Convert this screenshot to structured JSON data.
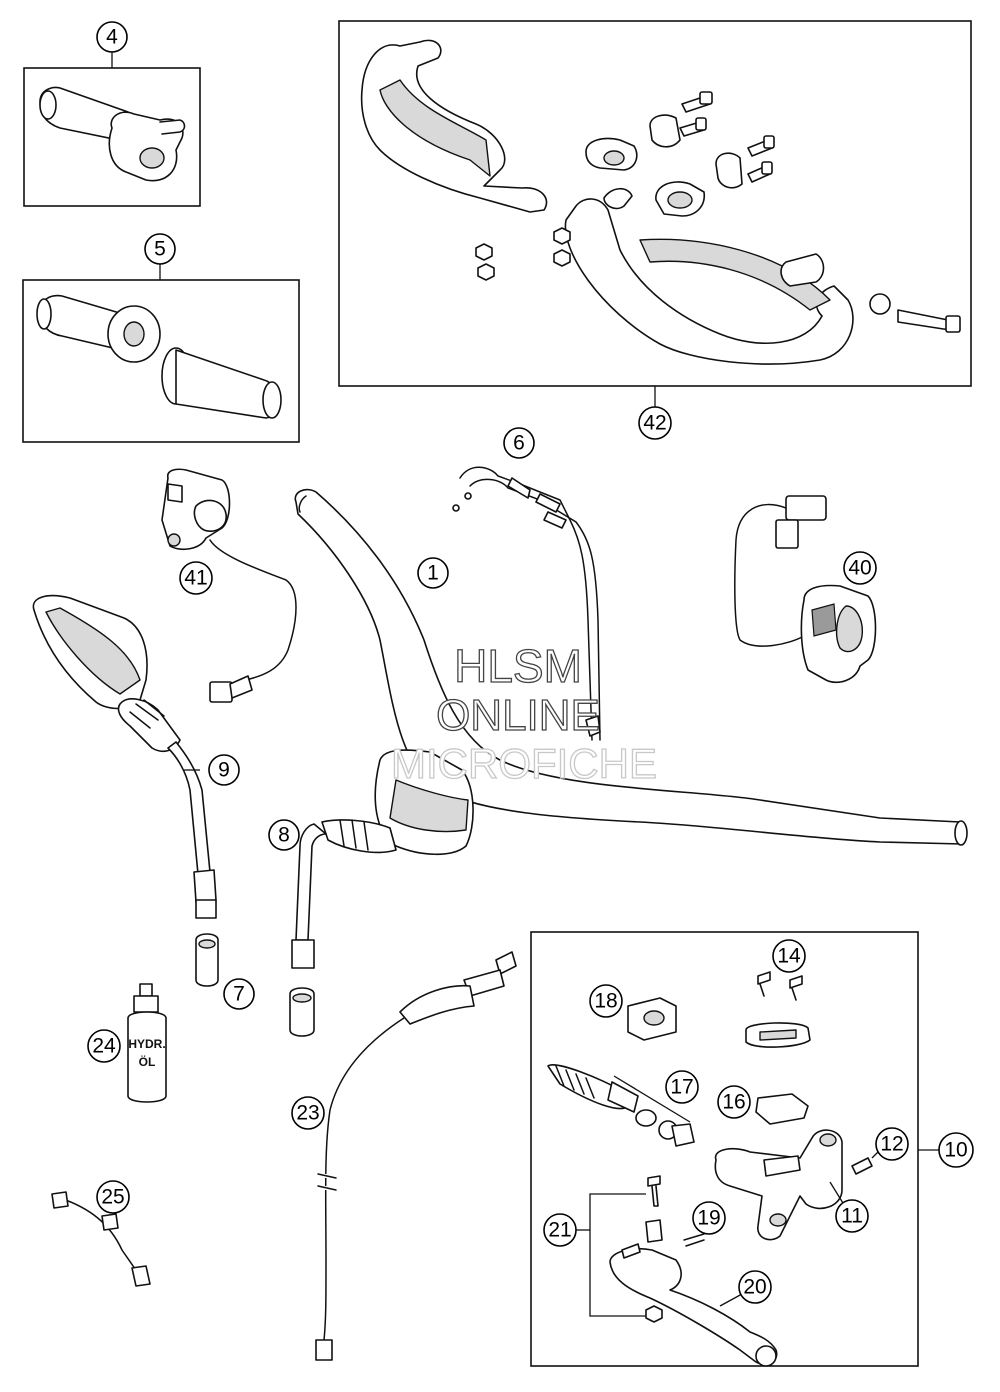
{
  "watermark": {
    "line1": "HLSM",
    "line2": "ONLINE",
    "line3": "MICROFICHE"
  },
  "bottle_label": {
    "line1": "HYDR.",
    "line2": "ÖL"
  },
  "callouts": [
    "1",
    "4",
    "5",
    "6",
    "7",
    "8",
    "9",
    "10",
    "11",
    "12",
    "14",
    "16",
    "17",
    "18",
    "19",
    "20",
    "21",
    "23",
    "24",
    "25",
    "40",
    "41",
    "42"
  ]
}
